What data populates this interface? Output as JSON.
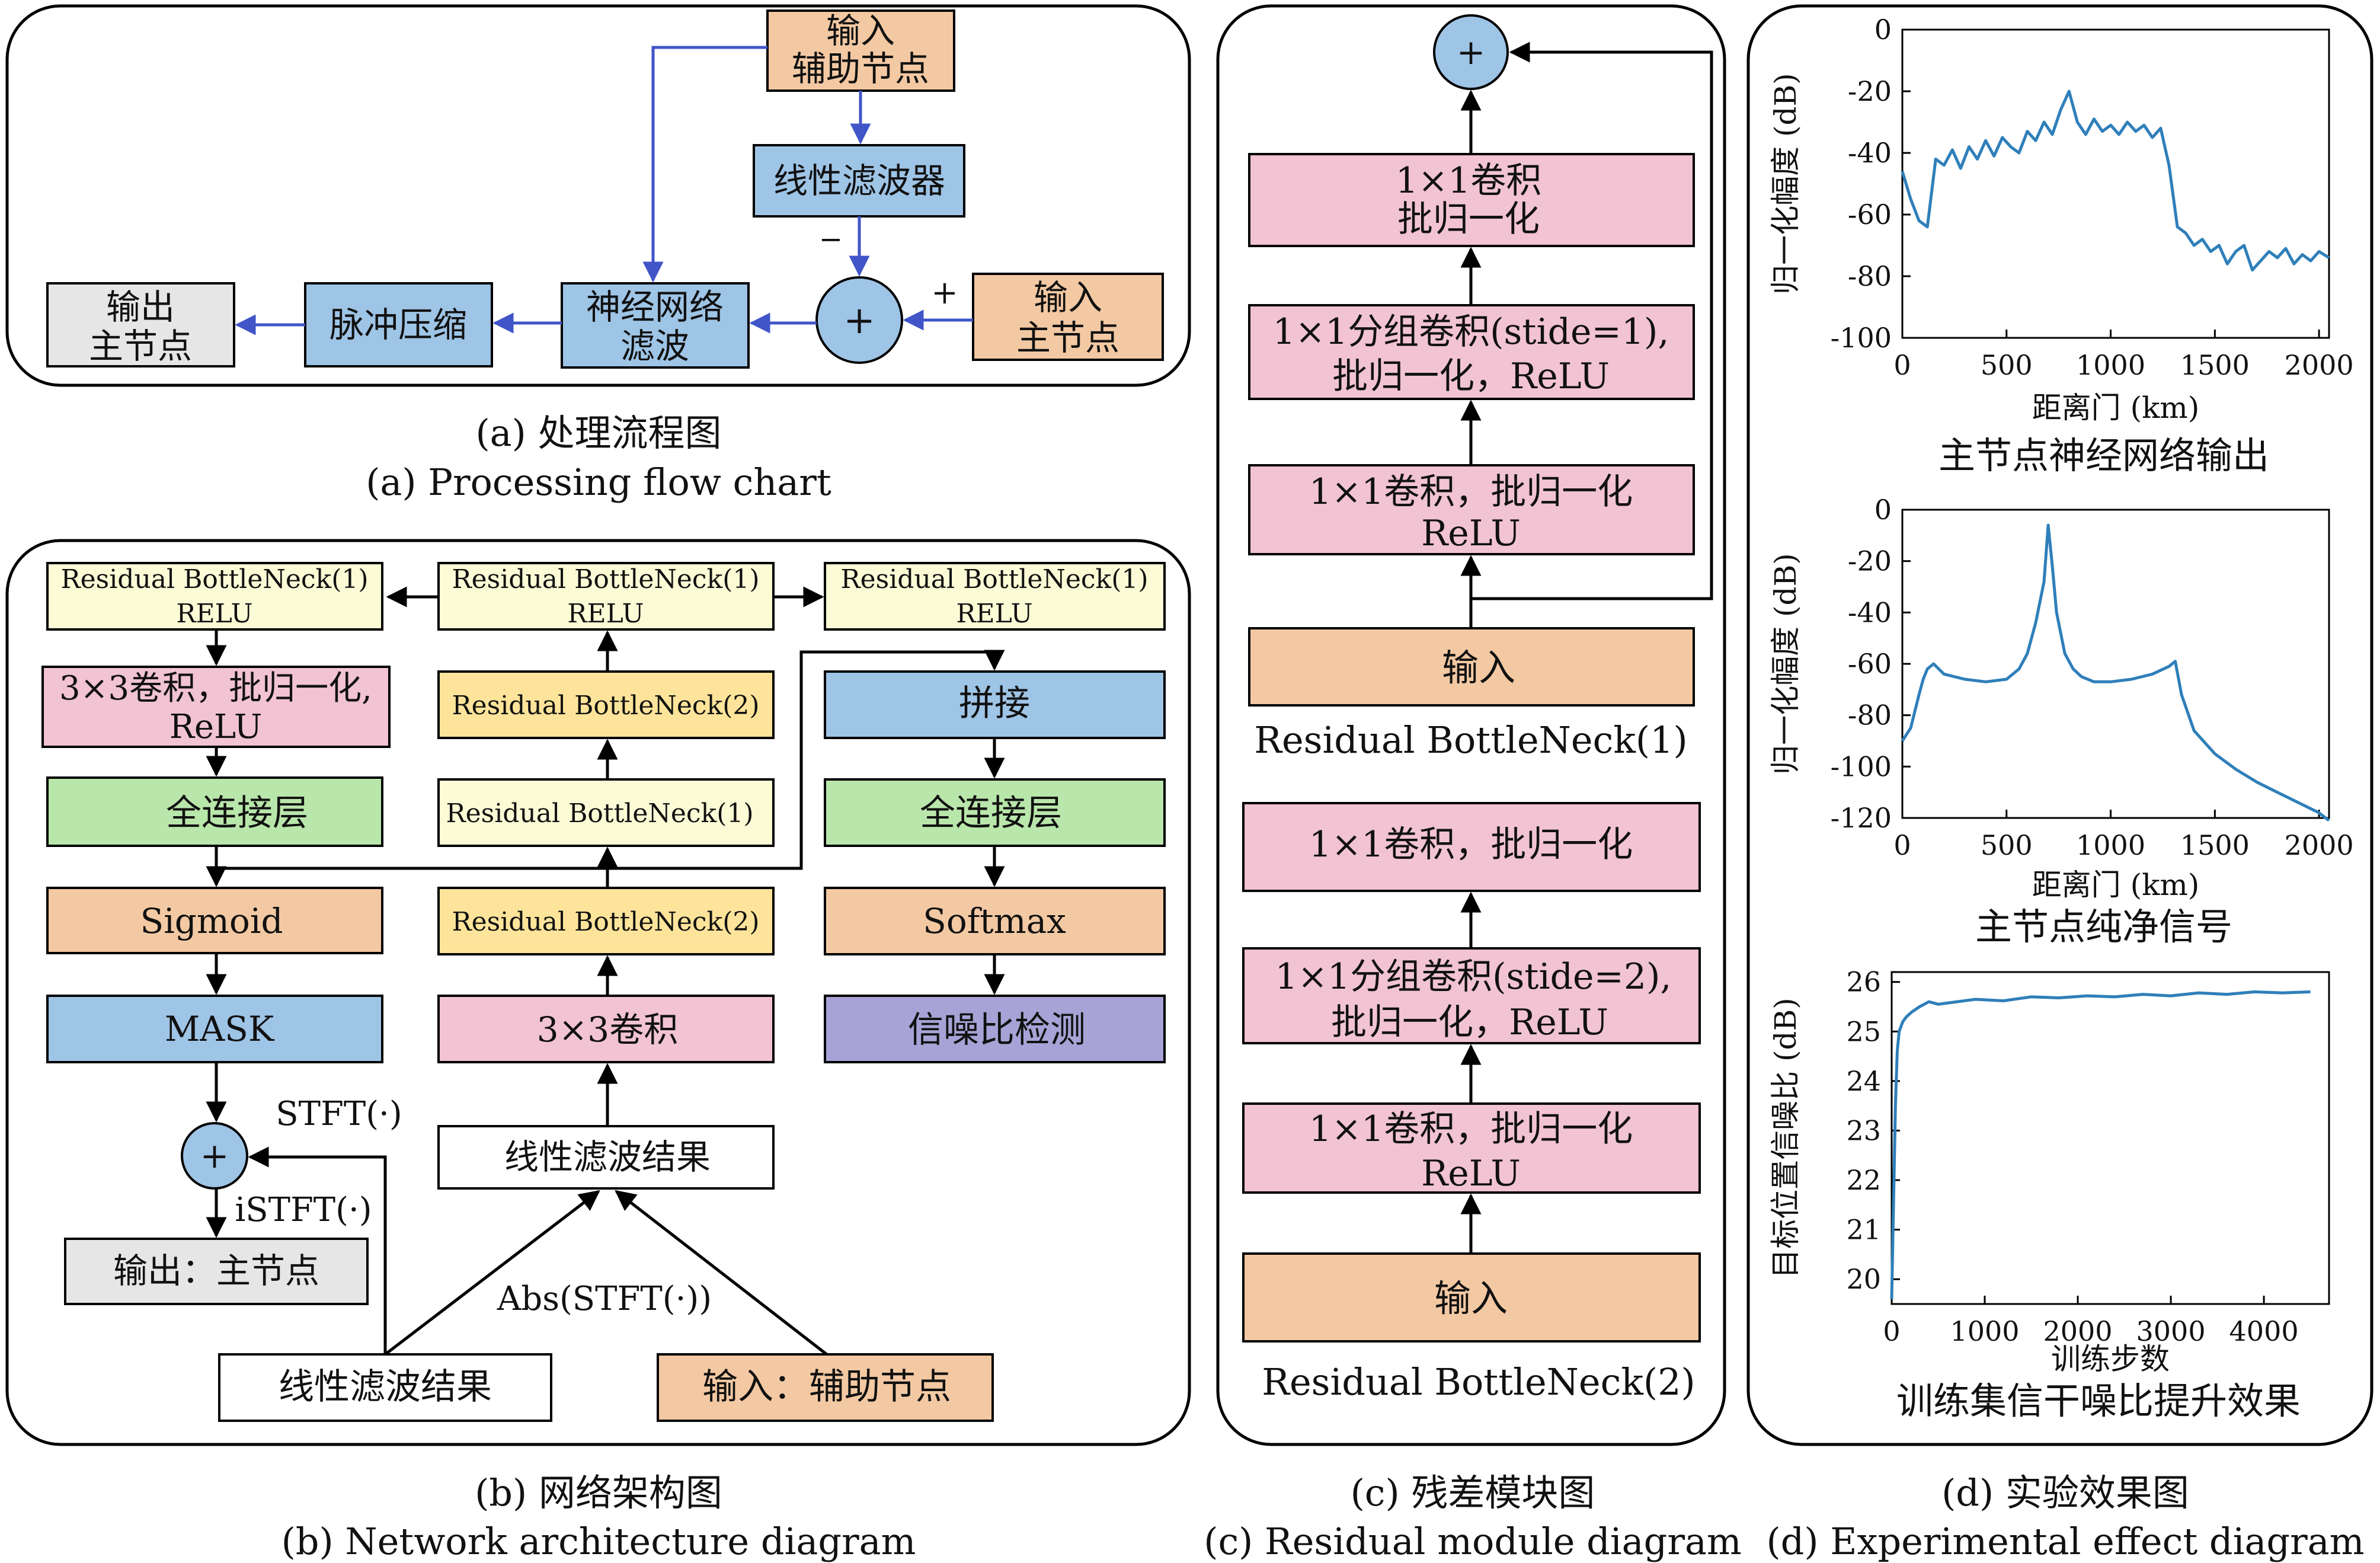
{
  "colors": {
    "orange": "#f3c9a3",
    "blue": "#9ec4e6",
    "pink": "#f1c3d3",
    "gray": "#e6e6e6",
    "yellow": "#fde49a",
    "lightyellow": "#fbfbd6",
    "green": "#b9e6aa",
    "purple": "#a7a3d6",
    "circle": "#9ec4e6",
    "arrow_blue": "#4055c8",
    "series": "#2f7fba"
  },
  "panel_a": {
    "input_aux": [
      "输入",
      "辅助节点"
    ],
    "linear_filter": "线性滤波器",
    "minus": "−",
    "plus_sign": "+",
    "sum_symbol": "+",
    "input_main": [
      "输入",
      "主节点"
    ],
    "nn_filter": [
      "神经网络",
      "滤波"
    ],
    "pulse_compress": "脉冲压缩",
    "output_main": [
      "输出",
      "主节点"
    ],
    "caption_cn": "(a) 处理流程图",
    "caption_en": "(a) Processing flow chart"
  },
  "panel_b": {
    "col1": {
      "rb1_relu": [
        "Residual BottleNeck(1)",
        "RELU"
      ],
      "conv3": [
        "3×3卷积，批归一化,",
        "ReLU"
      ],
      "fc": "全连接层",
      "sigmoid": "Sigmoid",
      "mask": "MASK",
      "stft": "STFT(·)",
      "istft": "iSTFT(·)",
      "sum_symbol": "+",
      "output": "输出：主节点"
    },
    "col2": {
      "rb1_relu": [
        "Residual BottleNeck(1)",
        "RELU"
      ],
      "rb2_top": "Residual BottleNeck(2)",
      "rb1_mid": "Residual BottleNeck(1)",
      "rb2_bottom": "Residual BottleNeck(2)",
      "conv3x3": "3×3卷积",
      "lf_result": "线性滤波结果",
      "abs_stft": "Abs(STFT(·))"
    },
    "col3": {
      "rb1_relu": [
        "Residual BottleNeck(1)",
        "RELU"
      ],
      "concat": "拼接",
      "fc": "全连接层",
      "softmax": "Softmax",
      "snr_detect": "信噪比检测"
    },
    "bottom": {
      "lf_result": "线性滤波结果",
      "input_aux": "输入：辅助节点"
    },
    "caption_cn": "(b) 网络架构图",
    "caption_en": "(b) Network architecture diagram"
  },
  "panel_c": {
    "sum_symbol": "+",
    "rb1": {
      "conv_bn": [
        "1×1卷积",
        "批归一化"
      ],
      "group_conv": [
        "1×1分组卷积(stide=1),",
        "批归一化，ReLU"
      ],
      "conv_bn_relu": [
        "1×1卷积，批归一化",
        "ReLU"
      ],
      "input": "输入",
      "label": "Residual BottleNeck(1)"
    },
    "rb2": {
      "conv_bn": "1×1卷积，批归一化",
      "group_conv": [
        "1×1分组卷积(stide=2),",
        "批归一化，ReLU"
      ],
      "conv_bn_relu": [
        "1×1卷积，批归一化",
        "ReLU"
      ],
      "input": "输入",
      "label": "Residual BottleNeck(2)"
    },
    "caption_cn": "(c) 残差模块图",
    "caption_en": "(c) Residual module diagram"
  },
  "panel_d": {
    "caption_cn": "(d) 实验效果图",
    "caption_en": "(d) Experimental effect diagram"
  },
  "chart_data": [
    {
      "type": "line",
      "title": "主节点神经网络输出",
      "xlabel": "距离门 (km)",
      "ylabel": "归一化幅度 (dB)",
      "xlim": [
        0,
        2048
      ],
      "ylim": [
        -100,
        0
      ],
      "xticks": [
        0,
        500,
        1000,
        1500,
        2000
      ],
      "yticks": [
        0,
        -20,
        -40,
        -60,
        -80,
        -100
      ],
      "series": [
        {
          "x": [
            0,
            40,
            80,
            120,
            160,
            200,
            240,
            280,
            320,
            360,
            400,
            440,
            480,
            520,
            560,
            600,
            640,
            680,
            720,
            760,
            800,
            840,
            880,
            920,
            960,
            1000,
            1040,
            1080,
            1120,
            1160,
            1200,
            1240,
            1280,
            1320,
            1360,
            1400,
            1440,
            1480,
            1520,
            1560,
            1600,
            1640,
            1680,
            1720,
            1760,
            1800,
            1840,
            1880,
            1920,
            1960,
            2000,
            2048
          ],
          "y": [
            -46,
            -55,
            -62,
            -64,
            -42,
            -44,
            -39,
            -45,
            -38,
            -42,
            -36,
            -41,
            -35,
            -38,
            -40,
            -33,
            -36,
            -30,
            -34,
            -26,
            -20,
            -30,
            -34,
            -29,
            -33,
            -31,
            -34,
            -30,
            -33,
            -31,
            -35,
            -32,
            -44,
            -64,
            -66,
            -70,
            -68,
            -72,
            -70,
            -76,
            -72,
            -70,
            -78,
            -75,
            -72,
            -74,
            -71,
            -76,
            -73,
            -75,
            -72,
            -74
          ]
        }
      ]
    },
    {
      "type": "line",
      "title": "主节点纯净信号",
      "xlabel": "距离门 (km)",
      "ylabel": "归一化幅度 (dB)",
      "xlim": [
        0,
        2048
      ],
      "ylim": [
        -120,
        0
      ],
      "xticks": [
        0,
        500,
        1000,
        1500,
        2000
      ],
      "yticks": [
        0,
        -20,
        -40,
        -60,
        -80,
        -100,
        -120
      ],
      "series": [
        {
          "x": [
            0,
            40,
            80,
            100,
            120,
            150,
            200,
            300,
            400,
            500,
            560,
            600,
            640,
            680,
            700,
            720,
            740,
            780,
            820,
            860,
            920,
            1000,
            1100,
            1200,
            1280,
            1310,
            1340,
            1400,
            1500,
            1600,
            1700,
            1800,
            1900,
            2000,
            2048
          ],
          "y": [
            -90,
            -85,
            -72,
            -66,
            -62,
            -60,
            -64,
            -66,
            -67,
            -66,
            -62,
            -56,
            -44,
            -28,
            -6,
            -22,
            -40,
            -56,
            -62,
            -65,
            -67,
            -67,
            -66,
            -64,
            -61,
            -59,
            -72,
            -86,
            -95,
            -101,
            -106,
            -110,
            -114,
            -118,
            -121
          ]
        }
      ]
    },
    {
      "type": "line",
      "title": "训练集信干噪比提升效果",
      "xlabel": "训练步数",
      "ylabel": "目标位置信噪比 (dB)",
      "xlim": [
        0,
        4700
      ],
      "ylim": [
        19.5,
        26.2
      ],
      "xticks": [
        0,
        1000,
        2000,
        3000,
        4000
      ],
      "yticks": [
        20,
        21,
        22,
        23,
        24,
        25,
        26
      ],
      "series": [
        {
          "x": [
            0,
            20,
            40,
            60,
            80,
            120,
            160,
            220,
            300,
            400,
            500,
            700,
            900,
            1200,
            1500,
            1800,
            2100,
            2400,
            2700,
            3000,
            3300,
            3600,
            3900,
            4200,
            4500
          ],
          "y": [
            19.6,
            21.5,
            23.5,
            24.6,
            25.0,
            25.2,
            25.3,
            25.4,
            25.5,
            25.6,
            25.55,
            25.6,
            25.65,
            25.62,
            25.7,
            25.68,
            25.72,
            25.7,
            25.75,
            25.72,
            25.78,
            25.75,
            25.8,
            25.78,
            25.8
          ]
        }
      ]
    }
  ]
}
